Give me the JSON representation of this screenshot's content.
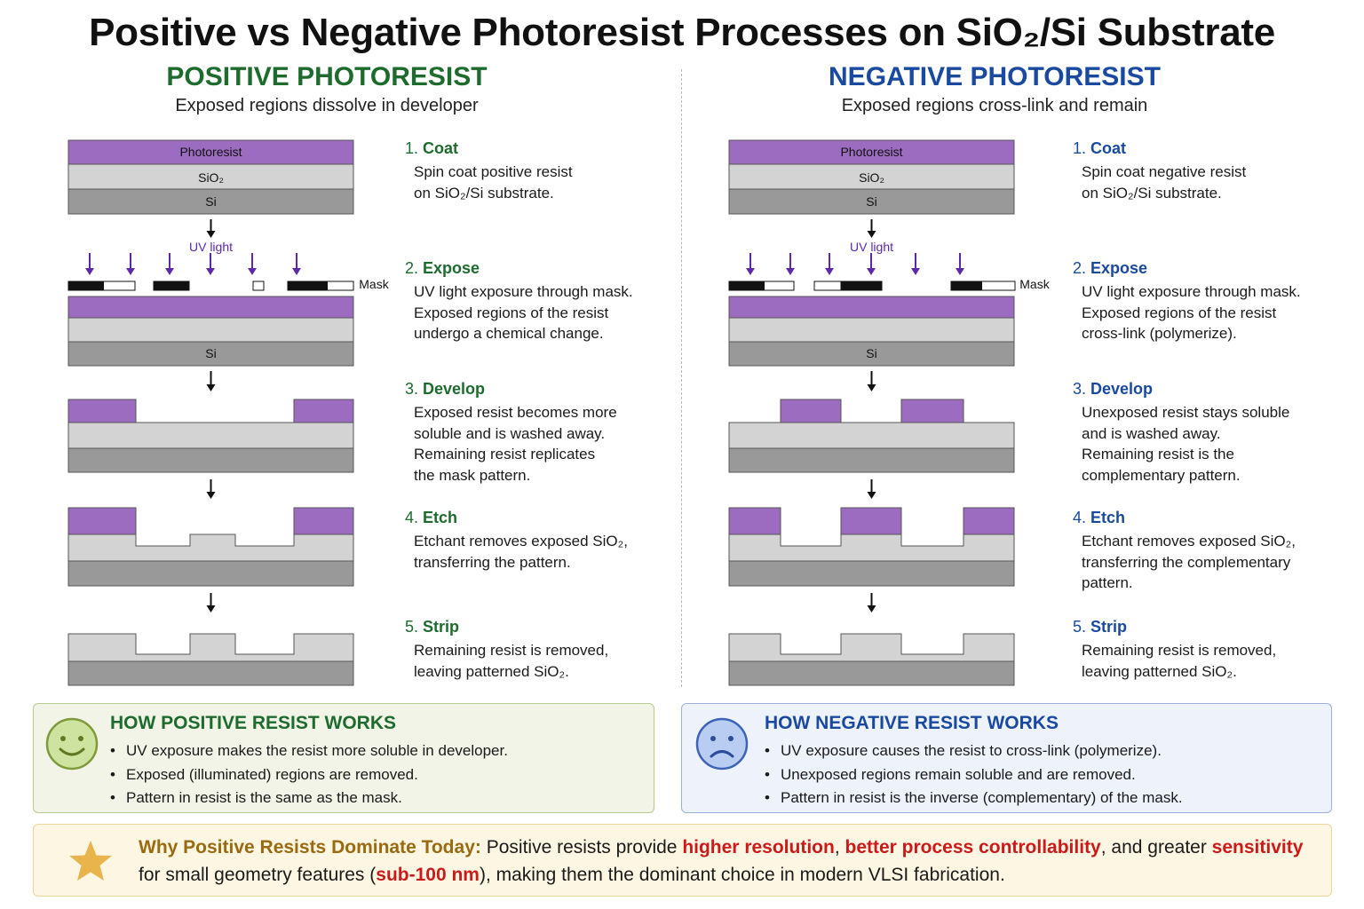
{
  "title": "Positive vs Negative Photoresist Processes on SiO₂/Si Substrate",
  "positive": {
    "heading": "POSITIVE PHOTORESIST",
    "subheading": "Exposed regions dissolve in developer",
    "steps": [
      {
        "num": "1.",
        "title": "Coat",
        "lines": [
          "Spin coat positive resist",
          "on SiO₂/Si substrate."
        ]
      },
      {
        "num": "2.",
        "title": "Expose",
        "lines": [
          "UV light exposure through mask.",
          "Exposed regions of the resist",
          "undergo a chemical change."
        ]
      },
      {
        "num": "3.",
        "title": "Develop",
        "lines": [
          "Exposed resist becomes more",
          "soluble and is washed away.",
          "Remaining resist replicates",
          "the mask pattern."
        ]
      },
      {
        "num": "4.",
        "title": "Etch",
        "lines": [
          "Etchant removes exposed SiO₂,",
          "transferring the pattern."
        ]
      },
      {
        "num": "5.",
        "title": "Strip",
        "lines": [
          "Remaining resist is removed,",
          "leaving patterned SiO₂."
        ]
      }
    ],
    "summary": {
      "heading": "HOW POSITIVE RESIST WORKS",
      "bullets": [
        "UV exposure makes the resist more soluble in developer.",
        "Exposed (illuminated) regions are removed.",
        "Pattern in resist is the same as the mask."
      ]
    }
  },
  "negative": {
    "heading": "NEGATIVE PHOTORESIST",
    "subheading": "Exposed regions cross-link and remain",
    "steps": [
      {
        "num": "1.",
        "title": "Coat",
        "lines": [
          "Spin coat negative resist",
          "on SiO₂/Si substrate."
        ]
      },
      {
        "num": "2.",
        "title": "Expose",
        "lines": [
          "UV light exposure through mask.",
          "Exposed regions of the resist",
          "cross-link (polymerize)."
        ]
      },
      {
        "num": "3.",
        "title": "Develop",
        "lines": [
          "Unexposed resist stays soluble",
          "and is washed away.",
          "Remaining resist is the",
          "complementary pattern."
        ]
      },
      {
        "num": "4.",
        "title": "Etch",
        "lines": [
          "Etchant removes exposed SiO₂,",
          "transferring the complementary",
          "pattern."
        ]
      },
      {
        "num": "5.",
        "title": "Strip",
        "lines": [
          "Remaining resist is removed,",
          "leaving patterned SiO₂."
        ]
      }
    ],
    "summary": {
      "heading": "HOW NEGATIVE RESIST WORKS",
      "bullets": [
        "UV exposure causes the resist to cross-link (polymerize).",
        "Unexposed regions remain soluble and are removed.",
        "Pattern in resist is the inverse (complementary) of the mask."
      ]
    }
  },
  "labels": {
    "photoresist": "Photoresist",
    "sio2": "SiO₂",
    "si": "Si",
    "uv_light": "UV light",
    "mask": "Mask"
  },
  "footer": {
    "lead": "Why Positive Resists Dominate Today:",
    "parts": [
      {
        "text": " Positive resists provide ",
        "style": "plain"
      },
      {
        "text": "higher resolution",
        "style": "red"
      },
      {
        "text": ", ",
        "style": "plain"
      },
      {
        "text": "better process controllability",
        "style": "red"
      },
      {
        "text": ", and greater ",
        "style": "plain"
      },
      {
        "text": "sensitivity",
        "style": "red"
      },
      {
        "text": " for small geometry features (",
        "style": "plain"
      },
      {
        "text": "sub-100 nm",
        "style": "red"
      },
      {
        "text": "), making them the dominant choice in modern VLSI fabrication.",
        "style": "plain"
      }
    ]
  },
  "colors": {
    "resist": "#9b6cc0",
    "sio2": "#d3d3d3",
    "si": "#999999",
    "uv_arrow": "#5c2aa8",
    "positive_accent": "#1e6b2e",
    "negative_accent": "#1a4aa0"
  },
  "icons": {
    "positive": "smiley-face-icon",
    "negative": "frowny-face-icon",
    "footer": "star-icon"
  }
}
